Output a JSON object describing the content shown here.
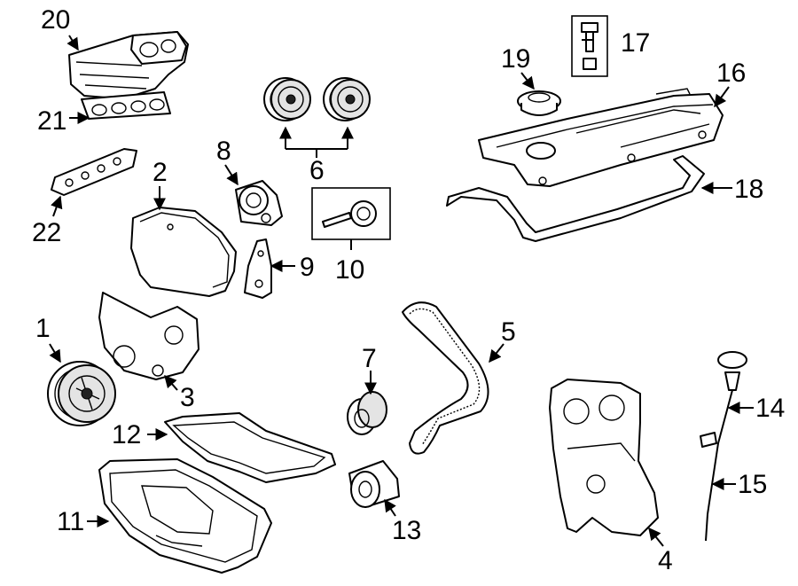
{
  "parts": [
    {
      "id": "1",
      "label": "1"
    },
    {
      "id": "2",
      "label": "2"
    },
    {
      "id": "3",
      "label": "3"
    },
    {
      "id": "4",
      "label": "4"
    },
    {
      "id": "5",
      "label": "5"
    },
    {
      "id": "6",
      "label": "6"
    },
    {
      "id": "7",
      "label": "7"
    },
    {
      "id": "8",
      "label": "8"
    },
    {
      "id": "9",
      "label": "9"
    },
    {
      "id": "10",
      "label": "10"
    },
    {
      "id": "11",
      "label": "11"
    },
    {
      "id": "12",
      "label": "12"
    },
    {
      "id": "13",
      "label": "13"
    },
    {
      "id": "14",
      "label": "14"
    },
    {
      "id": "15",
      "label": "15"
    },
    {
      "id": "16",
      "label": "16"
    },
    {
      "id": "17",
      "label": "17"
    },
    {
      "id": "18",
      "label": "18"
    },
    {
      "id": "19",
      "label": "19"
    },
    {
      "id": "20",
      "label": "20"
    },
    {
      "id": "21",
      "label": "21"
    },
    {
      "id": "22",
      "label": "22"
    }
  ]
}
